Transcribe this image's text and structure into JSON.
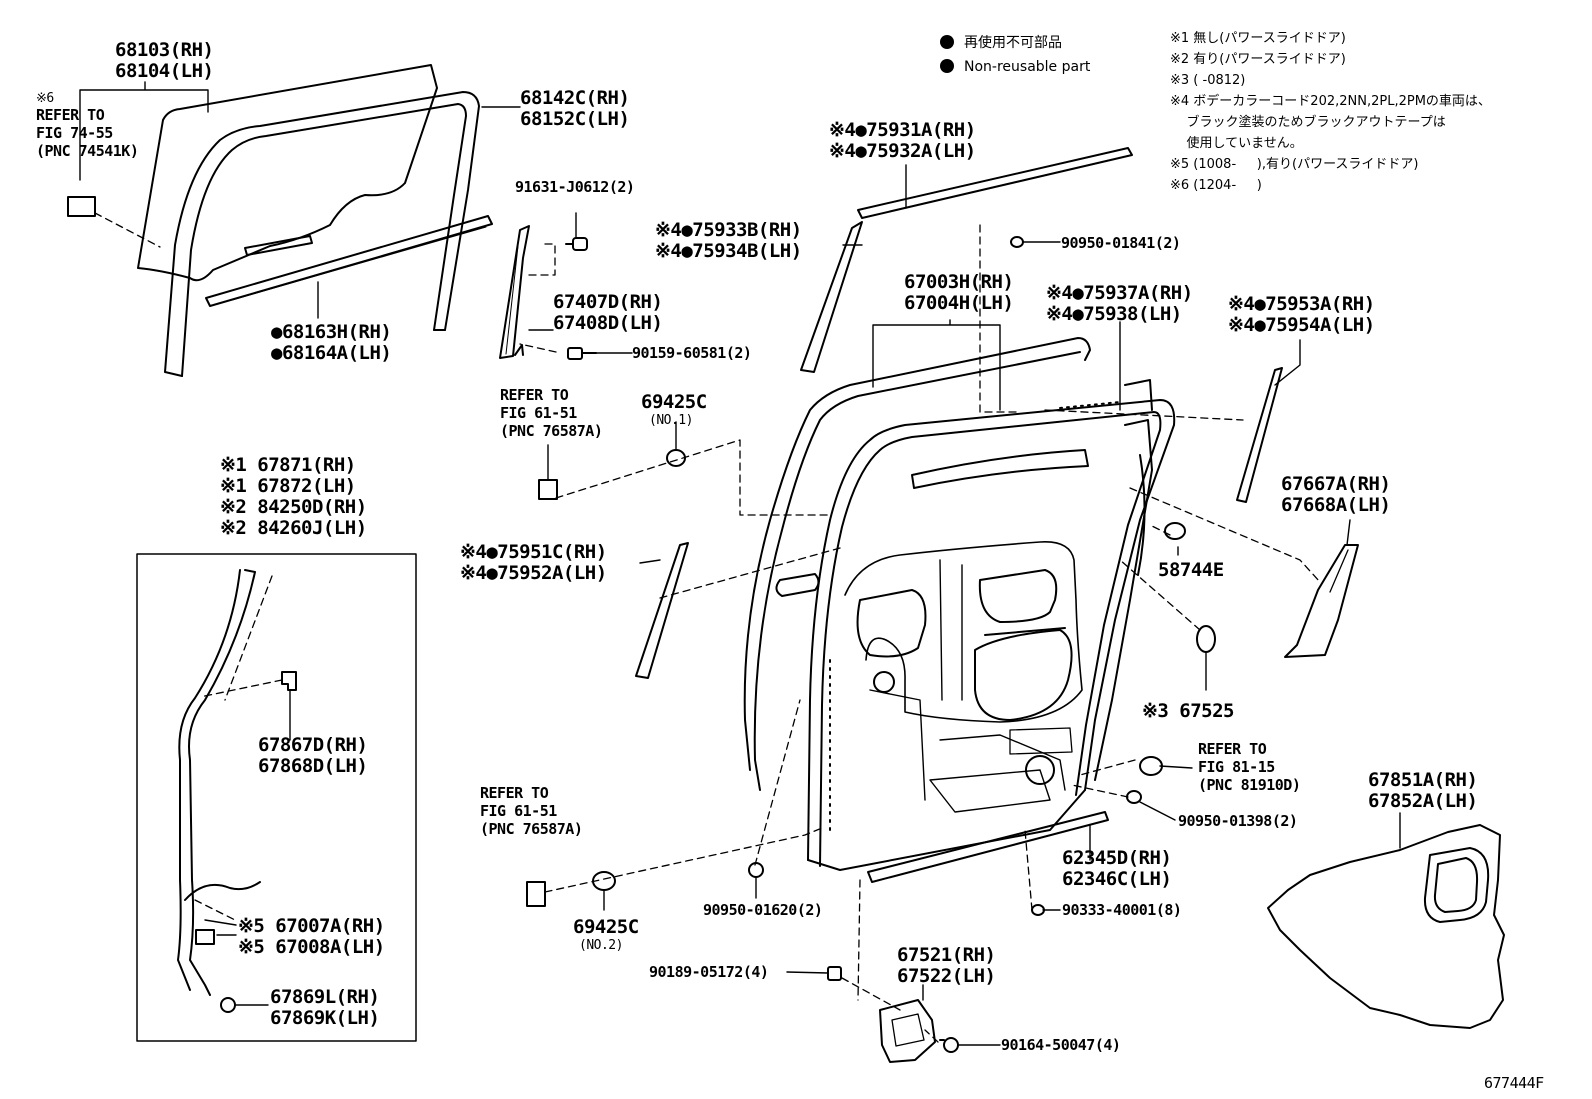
{
  "legend": [
    {
      "text": "再使用不可部品"
    },
    {
      "text": "Non-reusable part"
    }
  ],
  "notes": [
    "※1 無し(パワースライドドア)",
    "※2 有り(パワースライドドア)",
    "※3 (     -0812)",
    "※4 ボデーカラーコード202,2NN,2PL,2PMの車両は、",
    "    ブラック塗装のためブラックアウトテープは",
    "    使用していません。",
    "※5 (1008-     ),有り(パワースライドドア)",
    "※6 (1204-     )"
  ],
  "callouts": {
    "glass": [
      "68103(RH)",
      "68104(LH)"
    ],
    "refer_74_55": [
      "※6",
      "REFER TO",
      "FIG 74-55",
      "(PNC 74541K)"
    ],
    "run_channel": [
      "68142C(RH)",
      "68152C(LH)"
    ],
    "weatherstrip_inner": [
      "●68163H(RH)",
      "●68164A(LH)"
    ],
    "bolt_91631": [
      "91631-J0612(2)"
    ],
    "rail_67407": [
      "67407D(RH)",
      "67408D(LH)"
    ],
    "screw_90159": [
      "90159-60581(2)"
    ],
    "refer_61_51_top": [
      "REFER TO",
      "FIG 61-51",
      "(PNC 76587A)"
    ],
    "bumper_69425_no1": [
      "69425C",
      "(NO.1)"
    ],
    "tape_75931": [
      "※4●75931A(RH)",
      "※4●75932A(LH)"
    ],
    "tape_75933": [
      "※4●75933B(RH)",
      "※4●75934B(LH)"
    ],
    "clip_90950_01841": [
      "90950-01841(2)"
    ],
    "door_panel": [
      "67003H(RH)",
      "67004H(LH)"
    ],
    "tape_75937": [
      "※4●75937A(RH)",
      "※4●75938(LH)"
    ],
    "tape_75953": [
      "※4●75953A(RH)",
      "※4●75954A(LH)"
    ],
    "weatherstrip_67871": [
      "※1 67871(RH)",
      "※1 67872(LH)",
      "※2 84250D(RH)",
      "※2 84260J(LH)"
    ],
    "tape_75951": [
      "※4●75951C(RH)",
      "※4●75952A(LH)"
    ],
    "cover_67667": [
      "67667A(RH)",
      "67668A(LH)"
    ],
    "plug_58744": [
      "58744E"
    ],
    "plug_67525": [
      "※3 67525"
    ],
    "bracket_67867": [
      "67867D(RH)",
      "67868D(LH)"
    ],
    "refer_81_15": [
      "REFER TO",
      "FIG 81-15",
      "(PNC 81910D)"
    ],
    "hole_plug_90950_01398": [
      "90950-01398(2)"
    ],
    "service_cover": [
      "67851A(RH)",
      "67852A(LH)"
    ],
    "refer_61_51_bottom": [
      "REFER TO",
      "FIG 61-51",
      "(PNC 76587A)"
    ],
    "weatherstrip_62345": [
      "62345D(RH)",
      "62346C(LH)"
    ],
    "clip_90950_01620": [
      "90950-01620(2)"
    ],
    "clip_90333": [
      "90333-40001(8)"
    ],
    "bumper_69425_no2": [
      "69425C",
      "(NO.2)"
    ],
    "wire_67007": [
      "※5 67007A(RH)",
      "※5 67008A(LH)"
    ],
    "clip_90189": [
      "90189-05172(4)"
    ],
    "hinge_67521": [
      "67521(RH)",
      "67522(LH)"
    ],
    "retainer_67869": [
      "67869L(RH)",
      "67869K(LH)"
    ],
    "screw_90164": [
      "90164-50047(4)"
    ]
  },
  "figure_code": "677444F"
}
